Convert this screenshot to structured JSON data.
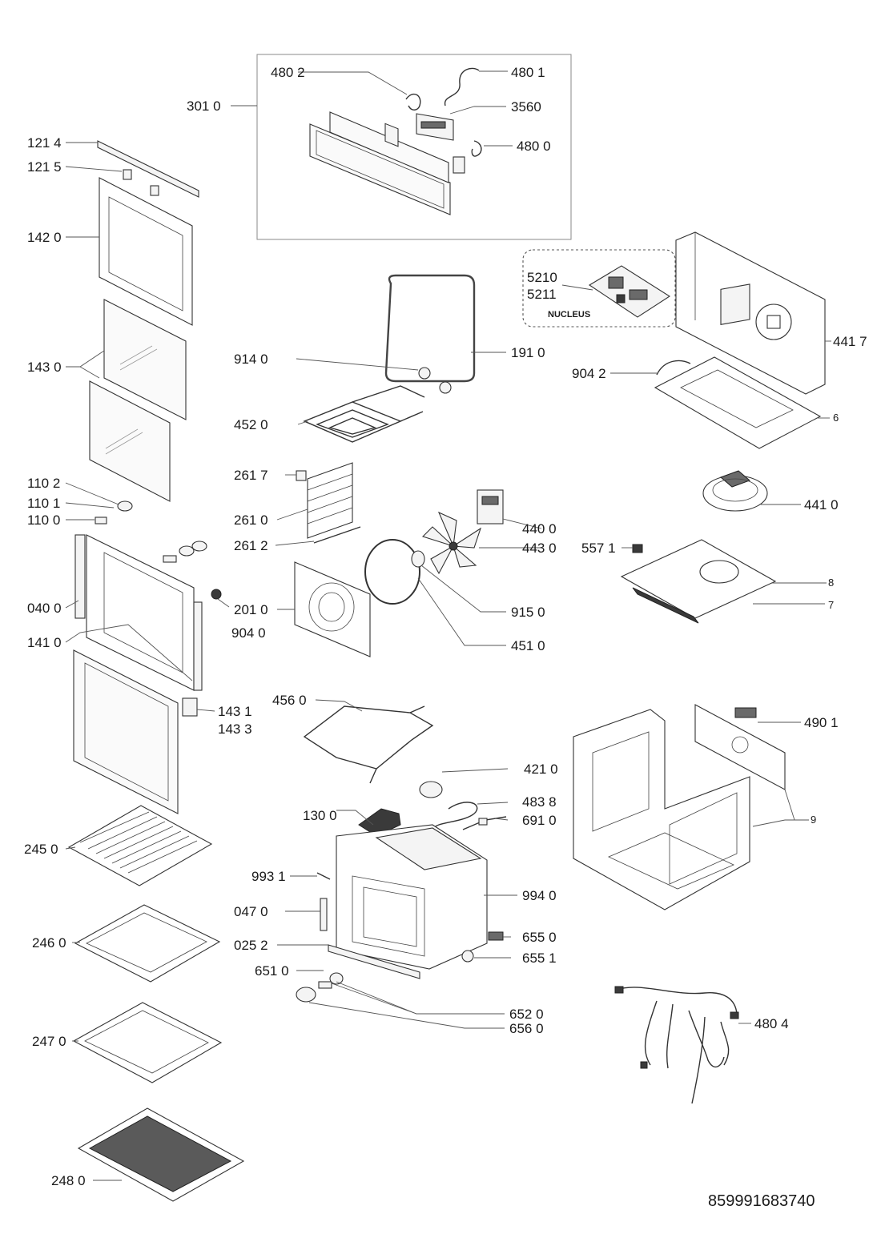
{
  "labels": {
    "l3010": "301 0",
    "l4802": "480 2",
    "l4801": "480 1",
    "l3560": "3560",
    "l4800": "480 0",
    "l1214": "121 4",
    "l1215": "121 5",
    "l1420": "142 0",
    "l1430": "143 0",
    "l1102": "110 2",
    "l1101": "110 1",
    "l1100": "110 0",
    "l0400": "040 0",
    "l1410": "141 0",
    "l9040": "904 0",
    "l1431": "143 1",
    "l1433": "143 3",
    "l2450": "245 0",
    "l2460": "246 0",
    "l2470": "247 0",
    "l2480": "248 0",
    "l9140": "914 0",
    "l1910": "191 0",
    "l4520": "452 0",
    "l2617": "261 7",
    "l2610": "261 0",
    "l2612": "261 2",
    "l4400": "440 0",
    "l4430": "443 0",
    "l2010": "201 0",
    "l9150": "915 0",
    "l4510": "451 0",
    "l4560": "456 0",
    "l4210": "421 0",
    "l1300": "130 0",
    "l4838": "483 8",
    "l6910": "691 0",
    "l9931": "993 1",
    "l9940": "994 0",
    "l0470": "047 0",
    "l0252": "025 2",
    "l6550": "655 0",
    "l6551": "655 1",
    "l6510": "651 0",
    "l6520": "652 0",
    "l6560": "656 0",
    "l5210": "5210",
    "l5211": "5211",
    "nucleus": "NUCLEUS",
    "l4417": "441 7",
    "l9042": "904 2",
    "l6": "6",
    "l4410": "441 0",
    "l5571": "557 1",
    "l8": "8",
    "l7": "7",
    "l4901": "490 1",
    "l9": "9",
    "l4804": "480 4"
  },
  "document_number": "859991683740"
}
